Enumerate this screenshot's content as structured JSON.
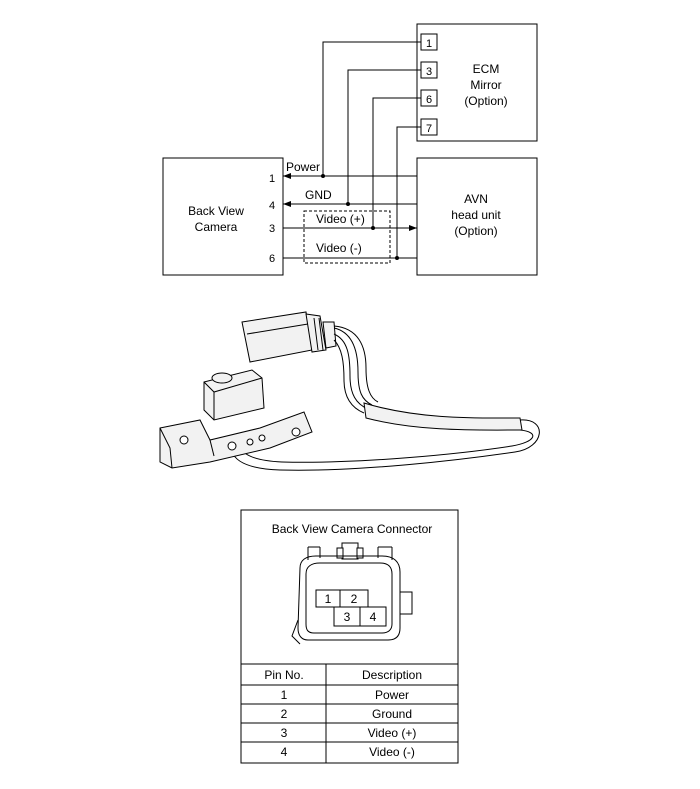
{
  "wiring": {
    "ecm_lines": [
      "ECM",
      "Mirror",
      "(Option)"
    ],
    "ecm_pins": [
      "1",
      "3",
      "6",
      "7"
    ],
    "avn_lines": [
      "AVN",
      "head unit",
      "(Option)"
    ],
    "camera_lines": [
      "Back View",
      "Camera"
    ],
    "camera_pins": [
      "1",
      "4",
      "3",
      "6"
    ],
    "wire_labels": {
      "power": "Power",
      "gnd": "GND",
      "video_pos": "Video (+)",
      "video_neg": "Video (-)"
    }
  },
  "connector": {
    "title": "Back View Camera Connector",
    "face_pins": [
      "1",
      "2",
      "3",
      "4"
    ],
    "table": {
      "headers": [
        "Pin No.",
        "Description"
      ],
      "rows": [
        [
          "1",
          "Power"
        ],
        [
          "2",
          "Ground"
        ],
        [
          "3",
          "Video (+)"
        ],
        [
          "4",
          "Video (-)"
        ]
      ]
    }
  }
}
